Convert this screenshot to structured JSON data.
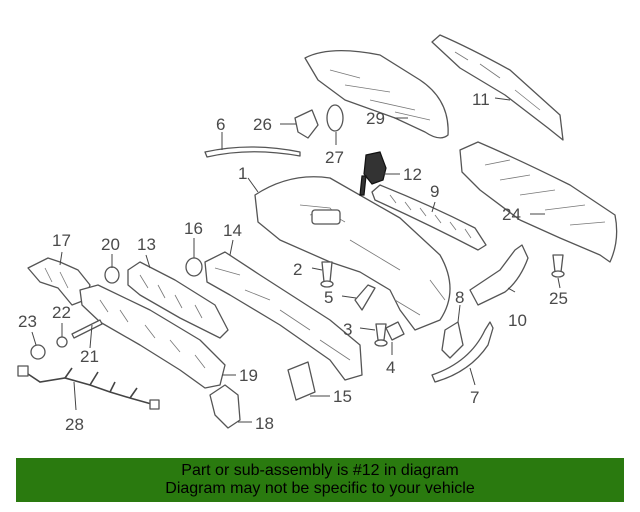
{
  "labels": {
    "p1": "1",
    "p2": "2",
    "p3": "3",
    "p4": "4",
    "p5": "5",
    "p6": "6",
    "p7": "7",
    "p8": "8",
    "p9": "9",
    "p10": "10",
    "p11": "11",
    "p12": "12",
    "p13": "13",
    "p14": "14",
    "p15": "15",
    "p16": "16",
    "p17": "17",
    "p18": "18",
    "p19": "19",
    "p20": "20",
    "p21": "21",
    "p22": "22",
    "p23": "23",
    "p24": "24",
    "p25": "25",
    "p26": "26",
    "p27": "27",
    "p28": "28",
    "p29": "29"
  },
  "banner": {
    "line1": "Part or sub-assembly is #12 in diagram",
    "line2": "Diagram may not be specific to your vehicle"
  },
  "colors": {
    "banner_bg": "#2a7a0f",
    "line": "#555555",
    "highlight": "#222222"
  }
}
